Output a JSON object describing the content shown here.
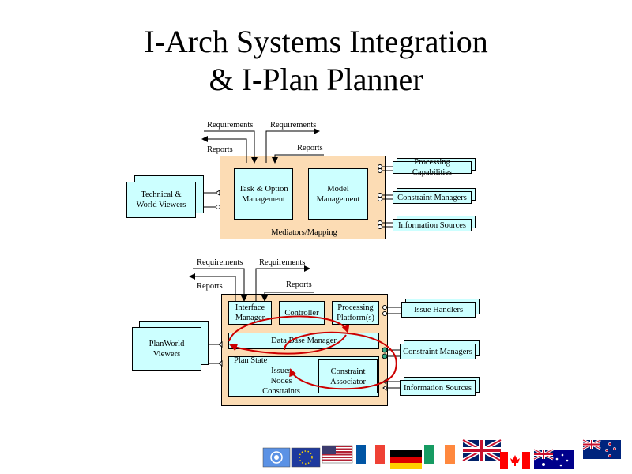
{
  "title": {
    "line1": "I-Arch Systems Integration",
    "line2": "& I-Plan Planner"
  },
  "diagram1": {
    "requirements_left": "Requirements",
    "requirements_right": "Requirements",
    "reports_left": "Reports",
    "reports_right": "Reports",
    "viewers": "Technical &\nWorld Viewers",
    "task_option": "Task & Option\nManagement",
    "model_mgmt": "Model\nManagement",
    "mediators": "Mediators/Mapping",
    "processing_capabilities": "Processing Capabilities",
    "constraint_managers": "Constraint Managers",
    "information_sources": "Information Sources"
  },
  "diagram2": {
    "requirements_left": "Requirements",
    "requirements_right": "Requirements",
    "reports_left": "Reports",
    "reports_right": "Reports",
    "viewers": "PlanWorld\nViewers",
    "interface_manager": "Interface\nManager",
    "controller": "Controller",
    "processing_platform": "Processing\nPlatform(s)",
    "database_manager": "Data Base Manager",
    "plan_state": "Plan State",
    "issues_nodes_constraints": "Issues\nNodes\nConstraints",
    "constraint_associator": "Constraint\nAssociator",
    "issue_handlers": "Issue Handlers",
    "constraint_managers": "Constraint Managers",
    "information_sources": "Information Sources"
  },
  "colors": {
    "peach": "#fcdcb4",
    "cyan": "#ccffff",
    "loop_arrow": "#cc0000"
  },
  "flags": [
    "un-flag-icon",
    "eu-flag-icon",
    "us-flag-icon",
    "france-flag-icon",
    "germany-flag-icon",
    "ireland-flag-icon",
    "uk-flag-icon",
    "canada-flag-icon",
    "australia-flag-icon",
    "new-zealand-flag-icon"
  ]
}
